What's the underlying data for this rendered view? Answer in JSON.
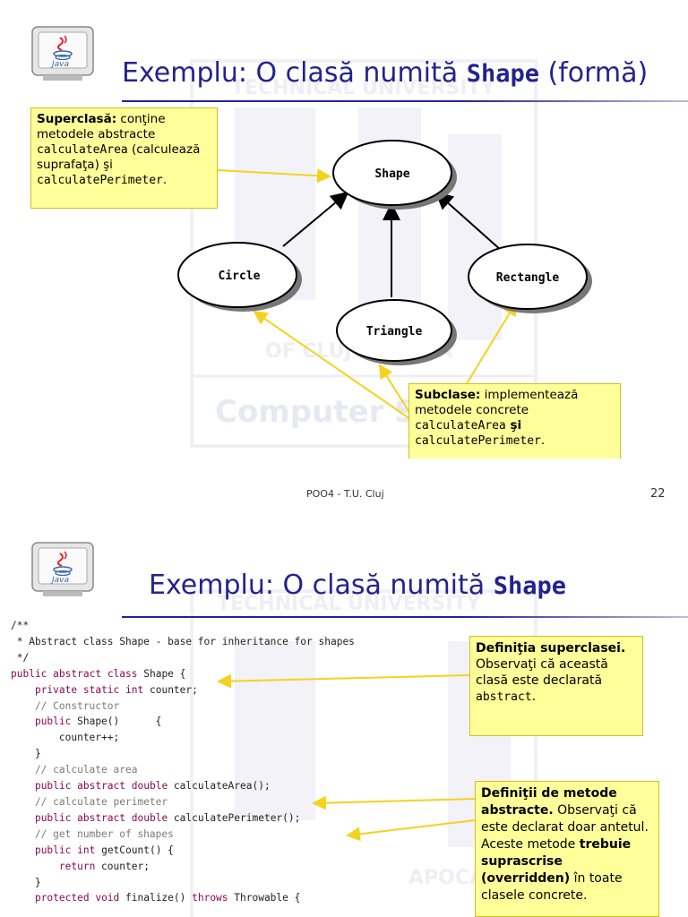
{
  "slide1": {
    "title_prefix": "Exemplu: O clasă numită ",
    "title_code": "Shape",
    "title_suffix": " (formă)",
    "watermark_top": "TECHNICAL UNIVERSITY",
    "watermark_mid": "OF CLUJ-NAPOCA",
    "watermark_bottom": "Computer Science",
    "superclass_note": {
      "bold": "Superclasă:",
      "text1": " conţine metodele abstracte ",
      "code1": "calculateArea",
      "text2": " (calculează suprafaţa) şi ",
      "code2": "calculatePerimeter",
      "text3": "."
    },
    "subclass_note": {
      "bold": "Subclase:",
      "text1": " implementează metodele concrete ",
      "code1": "calculateArea",
      "text2": " şi ",
      "code2": "calculatePerimeter",
      "text3": "."
    },
    "nodes": {
      "shape": "Shape",
      "circle": "Circle",
      "triangle": "Triangle",
      "rectangle": "Rectangle"
    },
    "footer_center": "POO4 - T.U. Cluj",
    "footer_page": "22"
  },
  "slide2": {
    "title_prefix": "Exemplu: O clasă numită ",
    "title_code": "Shape",
    "watermark_top": "TECHNICAL UNIVERSITY",
    "watermark_mid": "APOCA",
    "note_definition": {
      "bold": "Definiţia superclasei.",
      "text1": " Observaţi că această clasă este declarată ",
      "code1": "abstract",
      "text2": "."
    },
    "note_methods": {
      "bold1": "Definiţii de metode abstracte.",
      "text1": " Observaţi că este declarat doar antetul.  Aceste metode ",
      "bold2": "trebuie suprascrise (overridden)",
      "text2": " în toate clasele concrete."
    },
    "code_lines": [
      "/**",
      " * Abstract class Shape - base for inheritance for shapes",
      " */",
      "public abstract class Shape {",
      "    private static int counter;",
      "    // Constructor",
      "    public Shape()      {",
      "        counter++;",
      "    }",
      "    // calculate area",
      "    public abstract double calculateArea();",
      "    // calculate perimeter",
      "    public abstract double calculatePerimeter();",
      "    // get number of shapes",
      "    public int getCount() {",
      "        return counter;",
      "    }",
      "    protected void finalize() throws Throwable {"
    ]
  },
  "colors": {
    "title": "#23238e",
    "note_bg": "#ffff99",
    "arrow_yellow": "#f5d21e",
    "keyword": "#8b0a50"
  },
  "icons": [
    "java-logo-icon"
  ]
}
